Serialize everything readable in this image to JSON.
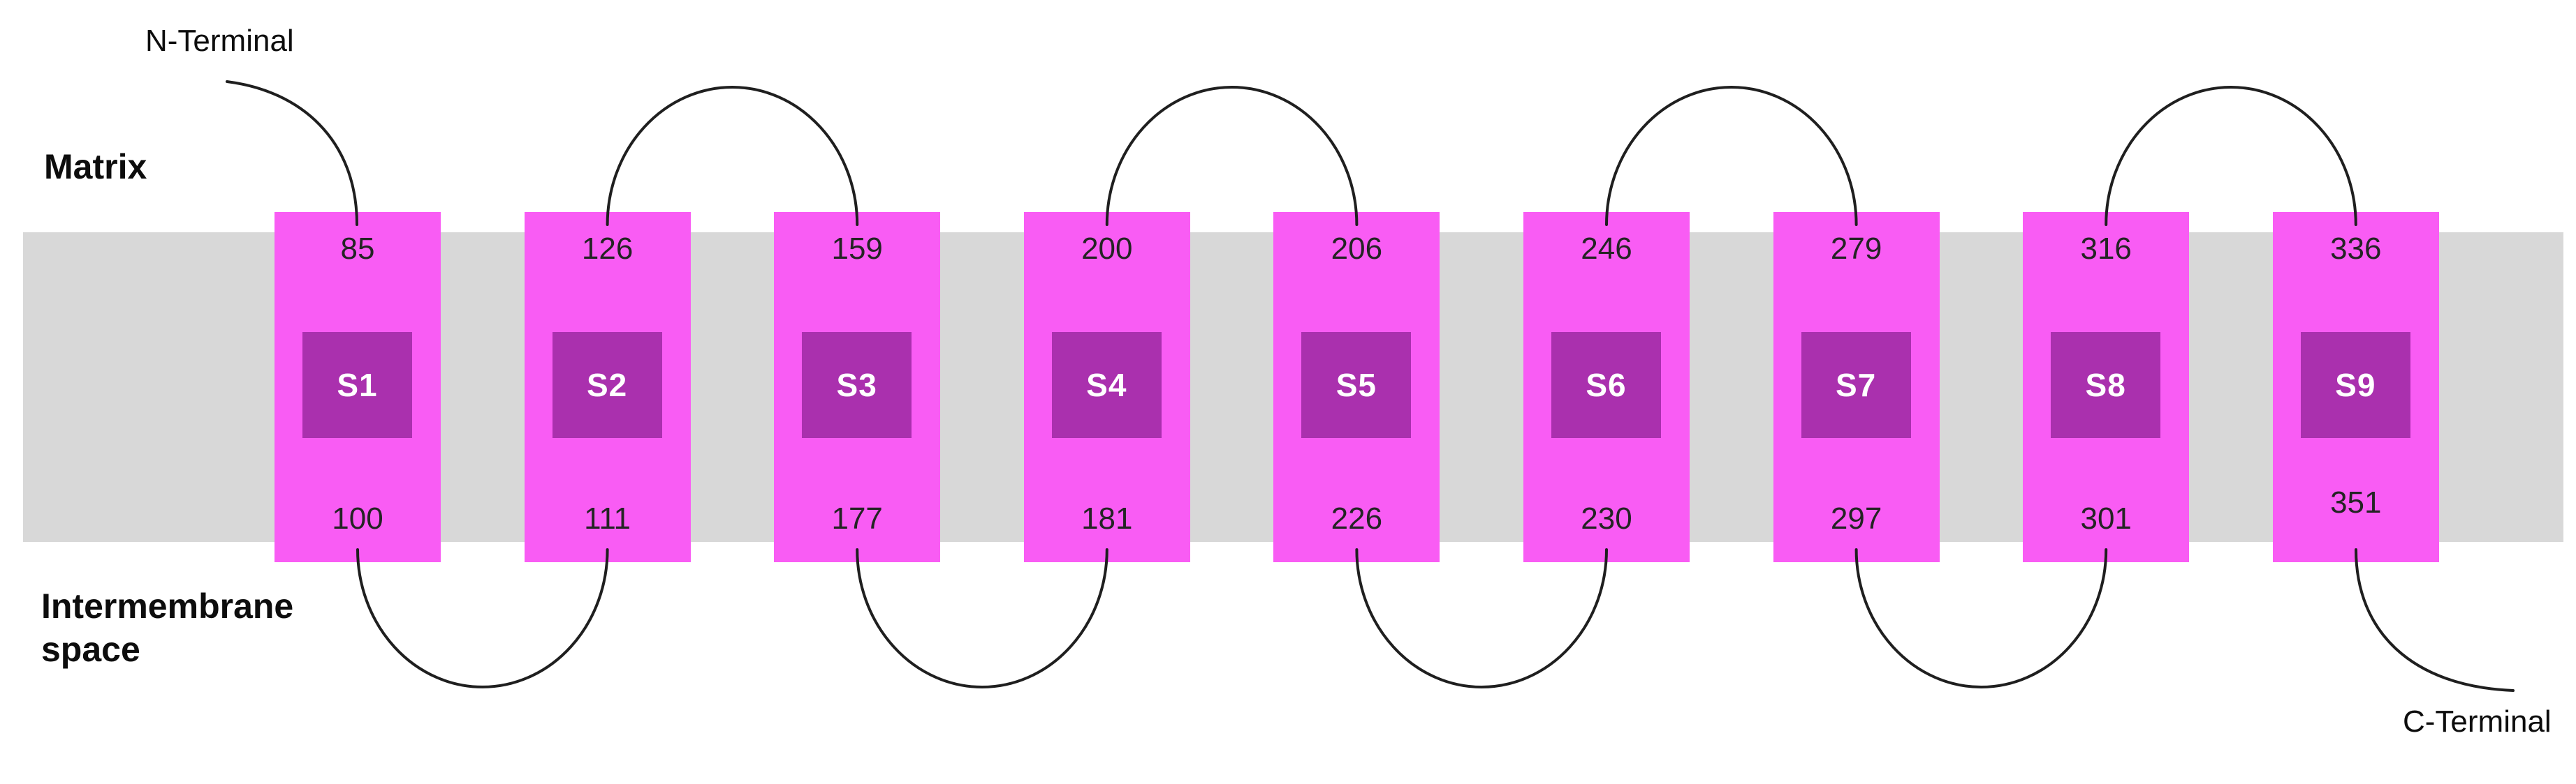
{
  "labels": {
    "n_terminal": "N-Terminal",
    "c_terminal": "C-Terminal",
    "matrix": "Matrix",
    "intermembrane_line1": "Intermembrane",
    "intermembrane_line2": "space"
  },
  "colors": {
    "background": "#FFFFFF",
    "membrane_band": "#D8D8D8",
    "segment_fill": "#F95CF4",
    "segment_core_fill": "#AA30AE",
    "segment_core_text": "#FFFFFF",
    "connector_line": "#1F1F1F",
    "residue_number_text": "#242424",
    "label_text": "#0D0D0D"
  },
  "segments": [
    {
      "id": "S1",
      "top_residue": "85",
      "bottom_residue": "100"
    },
    {
      "id": "S2",
      "top_residue": "126",
      "bottom_residue": "111"
    },
    {
      "id": "S3",
      "top_residue": "159",
      "bottom_residue": "177"
    },
    {
      "id": "S4",
      "top_residue": "200",
      "bottom_residue": "181"
    },
    {
      "id": "S5",
      "top_residue": "206",
      "bottom_residue": "226"
    },
    {
      "id": "S6",
      "top_residue": "246",
      "bottom_residue": "230"
    },
    {
      "id": "S7",
      "top_residue": "279",
      "bottom_residue": "297"
    },
    {
      "id": "S8",
      "top_residue": "316",
      "bottom_residue": "301"
    },
    {
      "id": "S9",
      "top_residue": "336",
      "bottom_residue": "351"
    }
  ]
}
